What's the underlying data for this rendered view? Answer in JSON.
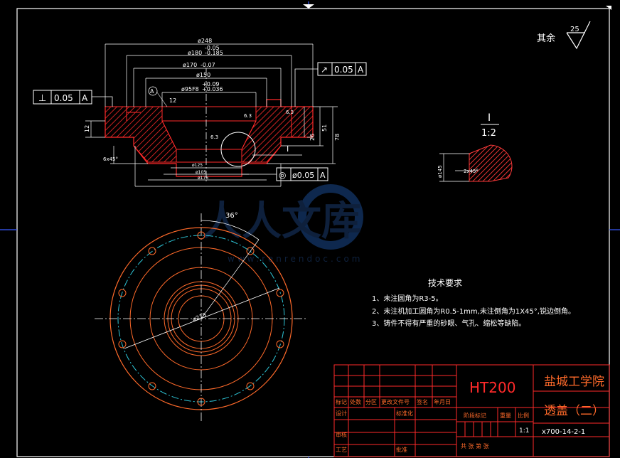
{
  "colors": {
    "background": "#000000",
    "frame": "#ffffff",
    "red": "#ff2a2a",
    "dim": "#ffffff",
    "hatch": "#ff2a2a",
    "cyan": "#2ec6d8",
    "title_block": "#ff2a2a",
    "orange": "#ff6a2a",
    "watermark": "#1a3b6e"
  },
  "roughness_note": {
    "label": "其余",
    "value": "25"
  },
  "section_view": {
    "dims": {
      "d248": "ø248",
      "d180_tol": "-0.05",
      "d180_tol2": "-0.185",
      "d180": "ø180",
      "d170": "ø170",
      "d170_tol": "-0.07",
      "d150": "ø150",
      "d95": "ø95F8",
      "d95_tol": "+0.09",
      "d95_tol2": "+0.036",
      "d125": "ø125",
      "d105": "ø105",
      "d176": "ø176",
      "h26": "26",
      "h51": "51",
      "h78": "78",
      "h12": "12",
      "r6": "6x45°",
      "ra63a": "6.3",
      "ra63b": "6.3",
      "ra63c": "6.3",
      "ang": "12"
    },
    "datum_A": "A",
    "detail_ref": "I"
  },
  "gdt": {
    "perp": {
      "symbol": "⊥",
      "value": "0.05",
      "datum": "A"
    },
    "runout": {
      "symbol": "↗",
      "value": "0.05",
      "datum": "A"
    },
    "conc": {
      "symbol": "◎",
      "value": "ø0.05",
      "datum": "A"
    }
  },
  "detail_view": {
    "label": "I",
    "scale": "1:2",
    "d1": "ø145",
    "d2": "2x45°"
  },
  "plan_view": {
    "angle": "36°",
    "bolt_circle": "ø215"
  },
  "tech_req": {
    "title": "技术要求",
    "items": [
      "1、未注圆角为R3-5。",
      "2、未注机加工圆角为R0.5-1mm,未注倒角为1X45°,锐边倒角。",
      "3、铸件不得有严重的砂眼、气孔、缩松等缺陷。"
    ]
  },
  "watermark": {
    "text": "人人文库",
    "url": "www.renrendoc.com"
  },
  "title_block": {
    "material": "HT200",
    "school": "盐城工学院",
    "part_name": "透盖（二）",
    "drawing_no": "x700-14-2-1",
    "scale_value": "1:1",
    "row_labels": [
      "标记",
      "处数",
      "分区",
      "更改文件号",
      "签名",
      "年月日"
    ],
    "design": "设计",
    "standard": "标准化",
    "stage_mark": "阶段标记",
    "weight": "重量",
    "scale": "比例",
    "review": "审核",
    "craft": "工艺",
    "approve": "批准",
    "sheets": "共  张 第  张"
  }
}
